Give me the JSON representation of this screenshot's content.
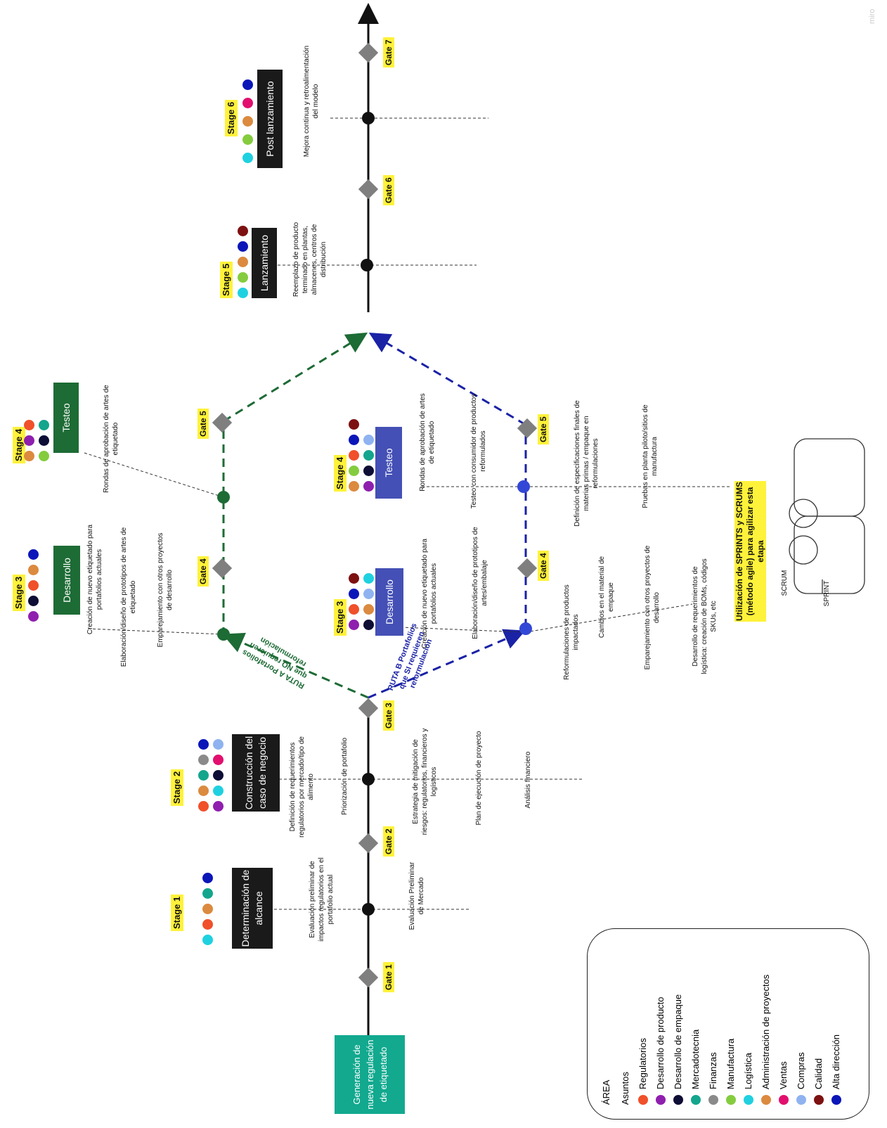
{
  "start_box": "Generación de nueva regulación de etiquetado",
  "stages": {
    "s1": {
      "tag": "Stage 1",
      "box": "Determinación de alcance"
    },
    "s2": {
      "tag": "Stage 2",
      "box": "Construcción del caso de negocio"
    },
    "s3a": {
      "tag": "Stage 3",
      "box": "Desarrollo"
    },
    "s4a": {
      "tag": "Stage 4",
      "box": "Testeo"
    },
    "s3b": {
      "tag": "Stage 3",
      "box": "Desarrollo"
    },
    "s4b": {
      "tag": "Stage 4",
      "box": "Testeo"
    },
    "s5": {
      "tag": "Stage 5",
      "box": "Lanzamiento"
    },
    "s6": {
      "tag": "Stage 6",
      "box": "Post lanzamiento"
    }
  },
  "gates": {
    "g1": "Gate 1",
    "g2": "Gate 2",
    "g3": "Gate 3",
    "g4a": "Gate 4",
    "g5a": "Gate 5",
    "g4b": "Gate 4",
    "g5b": "Gate 5",
    "g6": "Gate 6",
    "g7": "Gate 7"
  },
  "activities": {
    "s1_a": "Evaluación preliminar de impactos regulatorios en el portafolio actual",
    "s1_b": "Evaluación Preliminar de Mercado",
    "s2_a": "Definición de requerimientos regulatorios por mercado/tipo de alimento",
    "s2_b": "Priorización de portafolio",
    "s2_c": "Estrategia de mitigación de riesgos: regulatorios, financieros y logísticos",
    "s2_d": "Plan de ejecución de proyecto",
    "s2_e": "Análisis financiero",
    "s3a_a": "Creación de nuevo etiquetado para portafolios actuales",
    "s3a_b": "Elaboración/diseño de prototipos de artes de etiquetado",
    "s3a_c": "Emparejamiento con otros proyectos de desarrollo",
    "s4a_a": "Rondas de aprobación de artes de etiquetado",
    "s3b_a": "Creación de nuevo etiquetado para portafolios actuales",
    "s3b_b": "Elaboración/diseño de prototipos de artes/embalaje",
    "s3b_c": "Reformulaciones de productos impactados",
    "s3b_d": "Cambios en el material de empaque",
    "s3b_e": "Emparejamiento con otros proyectos de desarrollo",
    "s3b_f": "Desarrollo de requerimientos de logística: creación de BOMs, códigos SKUs, etc",
    "s4b_a": "Rondas de aprobación de artes de etiquetado",
    "s4b_b": "Testeo con consumidor de productos reformulados",
    "s4b_c": "Definición de especificaciones finales de materias primas / empaque en reformulaciones",
    "s4b_d": "Pruebas en planta piloto/sitios de manufactura",
    "s5_a": "Reemplazo de producto terminado en plantas, almacenes, centros de distribución",
    "s6_a": "Mejora continua y retroalimentación del modelo"
  },
  "routes": {
    "a": "RUTA A Portafolios que NO requieren reformulación",
    "b": "RUTA B Portafolios que SI requieren reformulación"
  },
  "sprint": {
    "title": "Utilización de SPRINTS y SCRUMS (método agile) para agilizar esta etapa",
    "scrum": "SCRUM",
    "sprint": "SPRINT"
  },
  "legend": {
    "title": "ÁREA",
    "subtitle": "Asuntos",
    "items": [
      {
        "label": "Regulatorios",
        "color": "#f0502a"
      },
      {
        "label": "Desarrollo de producto",
        "color": "#8f1fae"
      },
      {
        "label": "Desarrollo de empaque",
        "color": "#0d0d35"
      },
      {
        "label": "Mercadotecnia",
        "color": "#14a58d"
      },
      {
        "label": "Finanzas",
        "color": "#8a8a8a"
      },
      {
        "label": "Manufactura",
        "color": "#84cc3e"
      },
      {
        "label": "Logística",
        "color": "#1fd1e0"
      },
      {
        "label": "Administración de proyectos",
        "color": "#db8a3f"
      },
      {
        "label": "Ventas",
        "color": "#e20f6e"
      },
      {
        "label": "Compras",
        "color": "#8fb3f0"
      },
      {
        "label": "Calidad",
        "color": "#7d1111"
      },
      {
        "label": "Alta dirección",
        "color": "#0b16b8"
      }
    ]
  },
  "watermark": "miro"
}
